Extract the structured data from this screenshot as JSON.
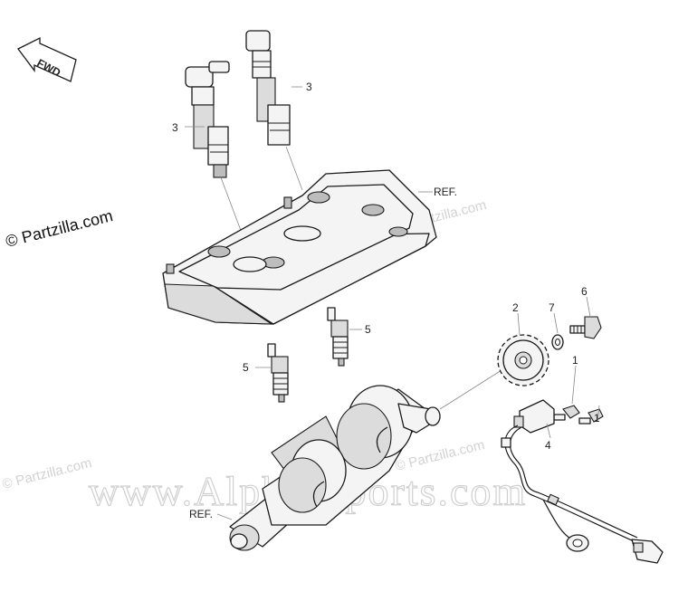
{
  "watermarks": {
    "copyright_main": "© Partzilla.com",
    "copyright_faint": "© Partzilla.com",
    "site_url": "www.Alpha-Sports.com"
  },
  "orientation": {
    "fwd_label": "FWD"
  },
  "callouts": {
    "ignition_coil_left": "3",
    "ignition_coil_right": "3",
    "head_cover_ref": "REF.",
    "spark_plug_right": "5",
    "spark_plug_left": "5",
    "timing_rotor": "2",
    "washer": "7",
    "rotor_bolt": "6",
    "sensor_bolt_upper": "1",
    "sensor_bolt_lower": "1",
    "crank_position_sensor": "4",
    "crankshaft_ref": "REF."
  },
  "colors": {
    "line": "#1a1a1a",
    "fill": "#f4f4f4",
    "watermark": "#d0d0d0"
  }
}
